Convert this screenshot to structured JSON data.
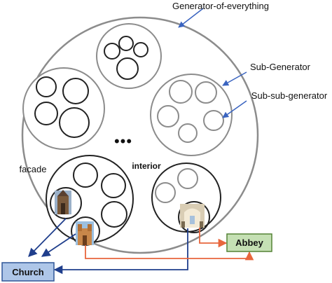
{
  "labels": {
    "generator_of_everything": "Generator-of-everything",
    "sub_generator": "Sub-Generator",
    "sub_sub_generator": "Sub-sub-generator",
    "facade": "facade",
    "interior": "interior",
    "ellipsis": "•••"
  },
  "boxes": {
    "church": {
      "label": "Church",
      "fill": "#aec6e8",
      "stroke": "#2f5597"
    },
    "abbey": {
      "label": "Abbey",
      "fill": "#c5e0b4",
      "stroke": "#548235"
    }
  },
  "colors": {
    "arrow_blue": "#1f3e8c",
    "arrow_orange": "#e8663d",
    "pointer_blue": "#3a64c0",
    "circle_gray": "#8c8c8c",
    "circle_dark": "#222222"
  },
  "images": [
    {
      "name": "church-facade-photo"
    },
    {
      "name": "abbey-facade-photo"
    },
    {
      "name": "church-interior-photo"
    }
  ]
}
